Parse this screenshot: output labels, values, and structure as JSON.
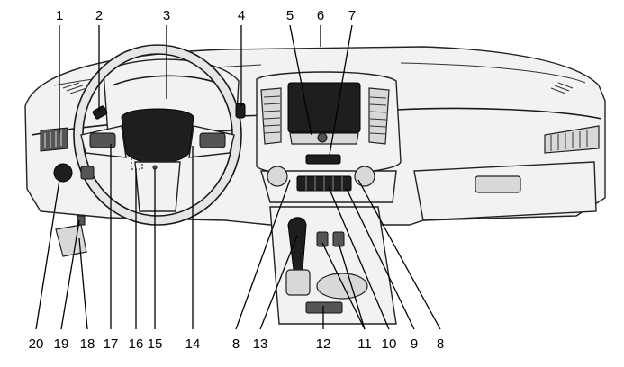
{
  "callouts": [
    {
      "label": "1"
    },
    {
      "label": "2"
    },
    {
      "label": "3"
    },
    {
      "label": "4"
    },
    {
      "label": "5"
    },
    {
      "label": "6"
    },
    {
      "label": "7"
    },
    {
      "label": "8"
    },
    {
      "label": "8"
    },
    {
      "label": "9"
    },
    {
      "label": "10"
    },
    {
      "label": "11"
    },
    {
      "label": "12"
    },
    {
      "label": "13"
    },
    {
      "label": "14"
    },
    {
      "label": "15"
    },
    {
      "label": "16"
    },
    {
      "label": "17"
    },
    {
      "label": "18"
    },
    {
      "label": "19"
    },
    {
      "label": "20"
    }
  ]
}
